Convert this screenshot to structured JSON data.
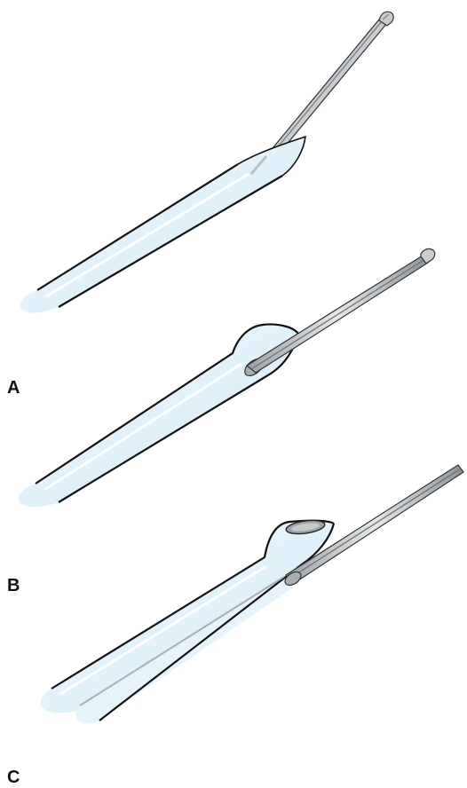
{
  "figure": {
    "panels": [
      {
        "label": "A"
      },
      {
        "label": "B"
      },
      {
        "label": "C"
      }
    ]
  },
  "colors": {
    "tube_fill": "#dff0f8",
    "tube_highlight": "#ffffff",
    "tube_outline": "#111111",
    "stylet_fill": "#cfd3d5",
    "stylet_shadow": "#8a9094",
    "stylet_outline": "#222222",
    "lumen": "#9aa2a6",
    "background": "#ffffff"
  }
}
